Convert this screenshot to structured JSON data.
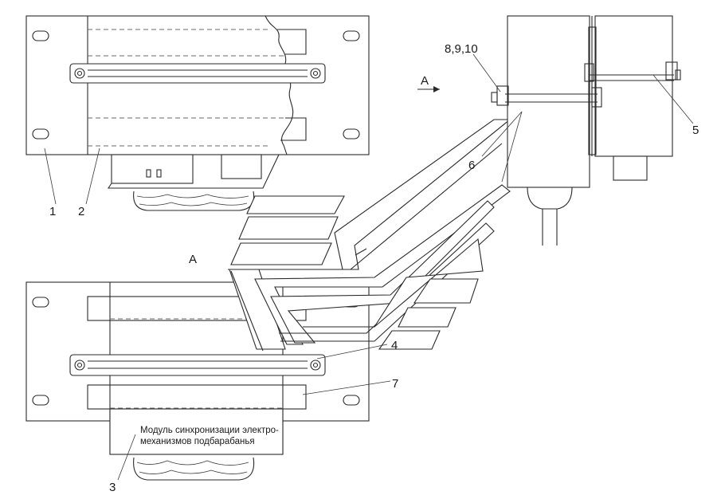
{
  "callouts": {
    "c1": "1",
    "c2": "2",
    "c3": "3",
    "c4": "4",
    "c5": "5",
    "c6": "6",
    "c7": "7",
    "c8910": "8,9,10"
  },
  "view_labels": {
    "arrow_label": "А",
    "view_label": "А"
  },
  "module_label": {
    "line1": "Модуль синхронизации электро-",
    "line2": "механизмов подбарабанья"
  }
}
